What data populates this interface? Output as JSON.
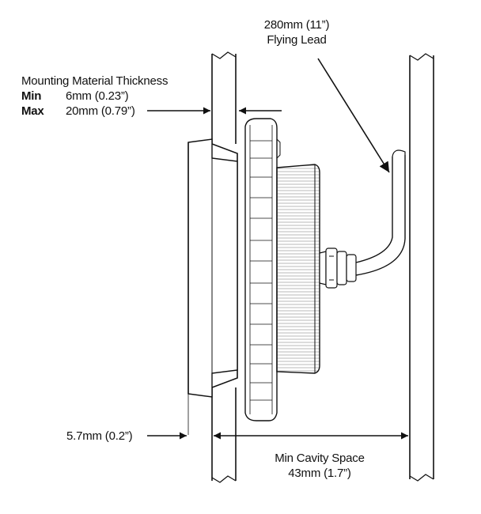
{
  "flying_lead": {
    "length": "280mm (11”)",
    "label": "Flying Lead"
  },
  "mounting_thickness": {
    "title": "Mounting Material Thickness",
    "min_label": "Min",
    "min_value": "6mm (0.23”)",
    "max_label": "Max",
    "max_value": "20mm (0.79”)"
  },
  "bezel_offset": {
    "value": "5.7mm (0.2”)"
  },
  "cavity": {
    "label": "Min Cavity Space",
    "value": "43mm (1.7”)"
  }
}
